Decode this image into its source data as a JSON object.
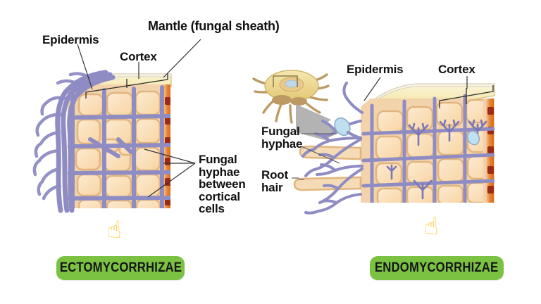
{
  "figure": {
    "title": "Ectomycorrhizae and Endomycorrhizae comparison diagram",
    "background_color": "#ffffff"
  },
  "palette": {
    "hypha_purple": "#8F8CC4",
    "hypha_purple_dark": "#6F6CAE",
    "cell_fill": "#FAD9AE",
    "cell_fill_light": "#FDE8C9",
    "cell_wall": "#E0B179",
    "cortex_top_yellow": "#F2E4A0",
    "cortex_top_yellow_light": "#F8F0C8",
    "epidermis_cream": "#F6EFE0",
    "stele_orange": "#E07B1E",
    "stele_dark_red": "#9B2B14",
    "vesicle_blue": "#BFE0F0",
    "arrow_gray": "#B3B3B3",
    "fungus_brown": "#BD9A63",
    "pill_green": "#7CC242",
    "label_black": "#111111",
    "leader_line": "#333333"
  },
  "left_panel": {
    "name": "ectomycorrhizae-diagram",
    "labels": {
      "epidermis": "Epidermis",
      "mantle": "Mantle (fungal sheath)",
      "cortex": "Cortex",
      "fungal_hyphae_between_cortical_cells": "Fungal\nhyphae\nbetween\ncortical\ncells"
    },
    "caption": "ECTOMYCORRHIZAE",
    "hand_icon": "pointing-up-hand"
  },
  "right_panel": {
    "name": "endomycorrhizae-diagram",
    "labels": {
      "epidermis": "Epidermis",
      "cortex": "Cortex",
      "fungal_hyphae": "Fungal\nhyphae",
      "root_hair": "Root\nhair"
    },
    "caption": "ENDOMYCORRHIZAE",
    "hand_icon": "pointing-up-hand",
    "inset": {
      "name": "fungus-root-disc-inset",
      "description": "root cross-section disc with radiating fungal hyphae"
    },
    "arrow": {
      "name": "gray-transition-arrow",
      "direction": "right-down"
    }
  }
}
